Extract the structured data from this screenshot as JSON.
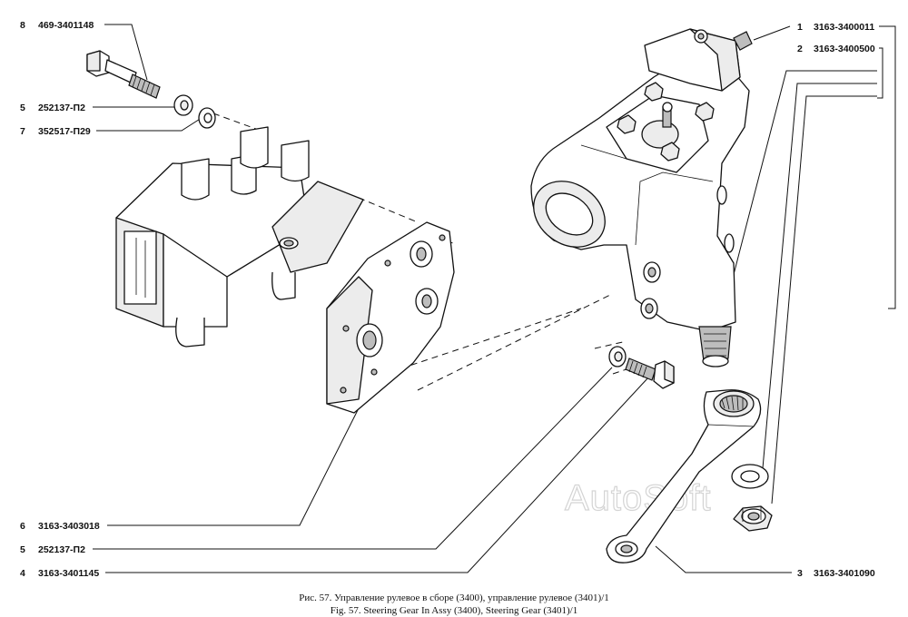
{
  "callouts_left": [
    {
      "num": "8",
      "code": "469-3401148"
    },
    {
      "num": "5",
      "code": "252137-П2"
    },
    {
      "num": "7",
      "code": "352517-П29"
    },
    {
      "num": "6",
      "code": "3163-3403018"
    },
    {
      "num": "5",
      "code": "252137-П2"
    },
    {
      "num": "4",
      "code": "3163-3401145"
    }
  ],
  "callouts_right": [
    {
      "num": "1",
      "code": "3163-3400011"
    },
    {
      "num": "2",
      "code": "3163-3400500"
    },
    {
      "num": "3",
      "code": "3163-3401090"
    }
  ],
  "watermark": "AutoSoft",
  "caption": {
    "line1": "Рис. 57. Управление рулевое в сборе (3400), управление рулевое (3401)/1",
    "line2": "Fig. 57. Steering Gear In Assy (3400), Steering Gear (3401)/1"
  }
}
